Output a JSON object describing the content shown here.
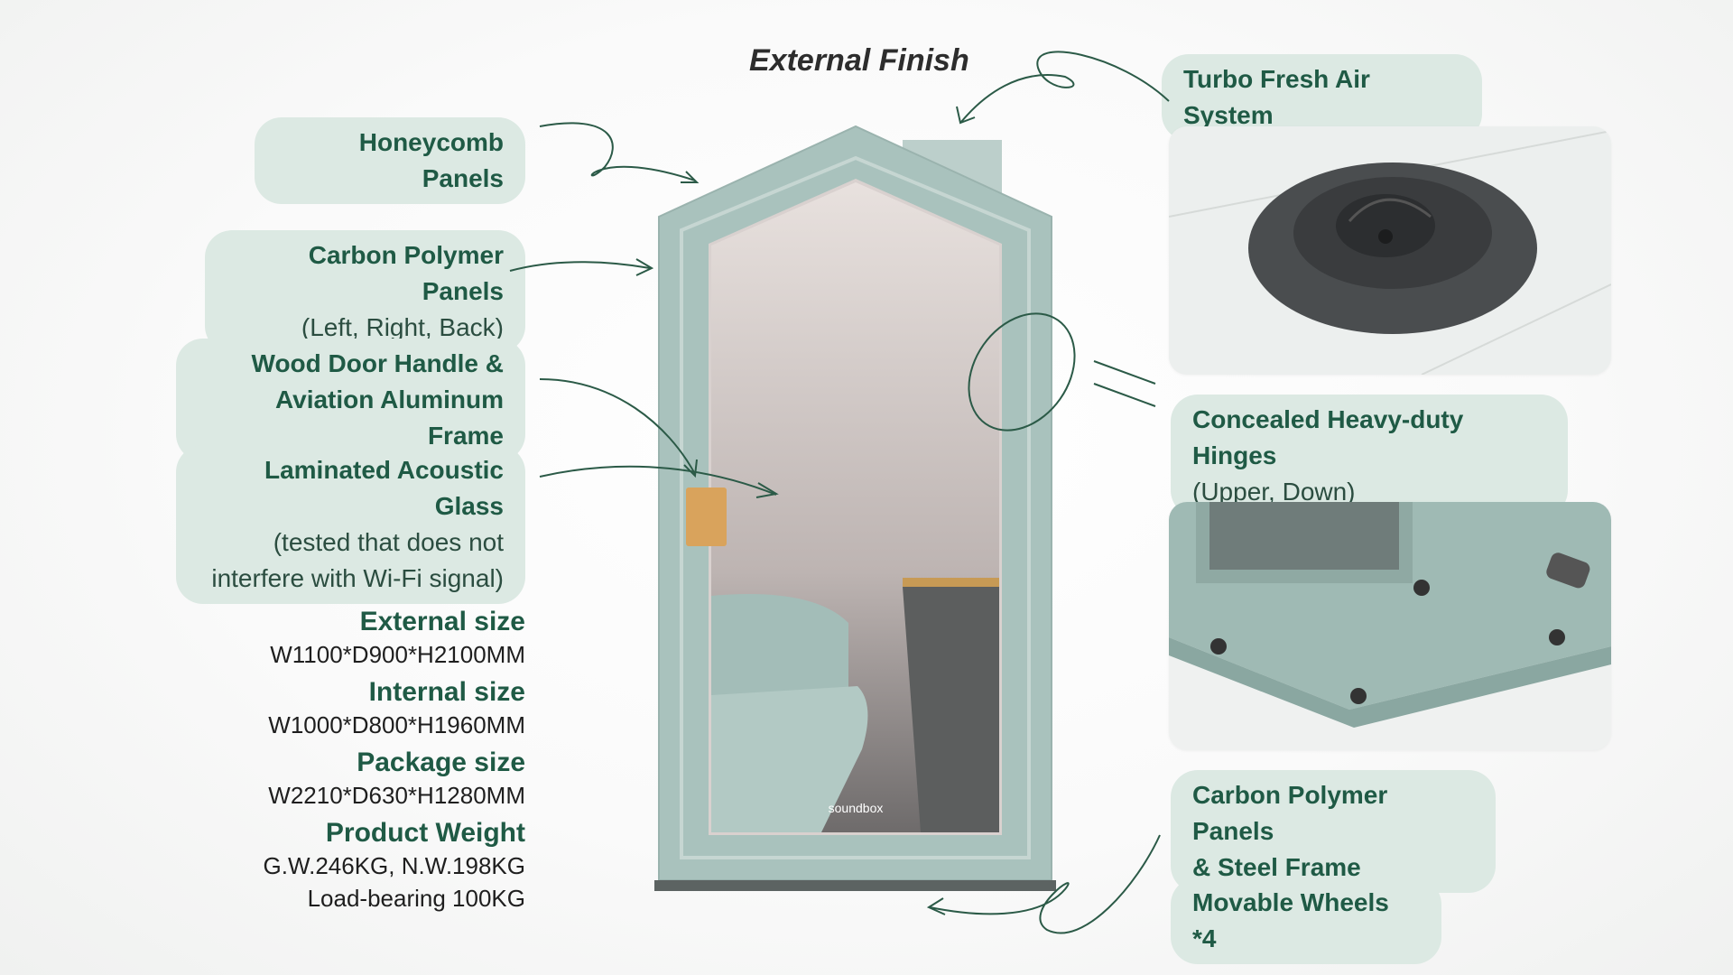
{
  "title": "External Finish",
  "callouts": {
    "honeycomb": {
      "line1": "Honeycomb Panels"
    },
    "carbon_polymer": {
      "line1": "Carbon Polymer Panels",
      "line2": "(Left, Right, Back)"
    },
    "wood_handle": {
      "line1": "Wood Door Handle &",
      "line2": "Aviation Aluminum Frame"
    },
    "glass": {
      "line1": "Laminated Acoustic Glass",
      "line2": "(tested that does not",
      "line3": "interfere with Wi-Fi signal)"
    },
    "turbo_air": {
      "line1": "Turbo Fresh Air System"
    },
    "hinges": {
      "line1": "Concealed Heavy-duty Hinges",
      "line2": "(Upper, Down)"
    },
    "carbon_steel": {
      "line1": "Carbon Polymer Panels",
      "line2": "& Steel Frame"
    },
    "wheels": {
      "line1": "Movable Wheels *4"
    }
  },
  "specs": [
    {
      "label": "External size",
      "value": "W1100*D900*H2100MM"
    },
    {
      "label": "Internal size",
      "value": "W1000*D800*H1960MM"
    },
    {
      "label": "Package size",
      "value": "W2210*D630*H1280MM"
    },
    {
      "label": "Product Weight",
      "value": "G.W.246KG,  N.W.198KG",
      "value2": "Load-bearing 100KG"
    }
  ],
  "brand_mark": "soundbox",
  "colors": {
    "accent": "#1f5a45",
    "pill_bg": "#dce9e3",
    "booth_panel": "#a9c2bd",
    "handle": "#d9a35c"
  }
}
